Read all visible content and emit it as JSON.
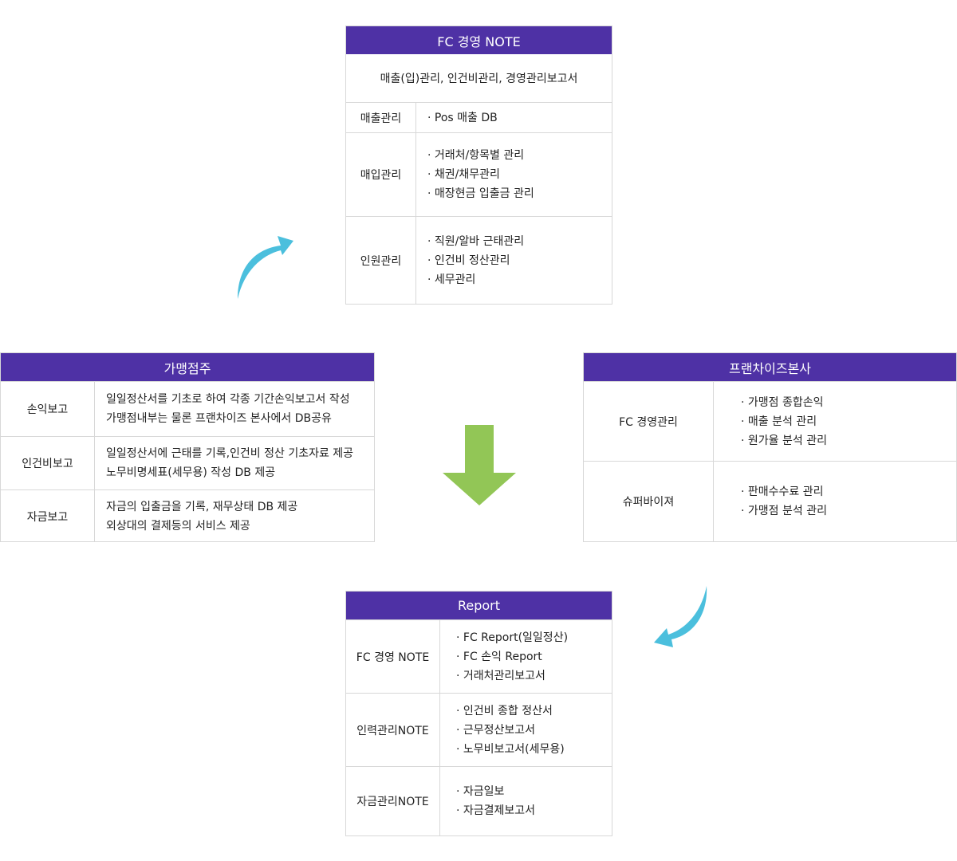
{
  "colors": {
    "header": "#4e31a5",
    "green_arrow": "#92c656",
    "blue_arrow": "#4bbfdd"
  },
  "note": {
    "title": "FC 경영 NOTE",
    "summary": "매출(입)관리, 인건비관리, 경영관리보고서",
    "rows": [
      {
        "label": "매출관리",
        "items": [
          "· Pos 매출 DB"
        ]
      },
      {
        "label": "매입관리",
        "items": [
          "· 거래처/항목별 관리",
          "· 채권/채무관리",
          "· 매장현금 입출금 관리"
        ]
      },
      {
        "label": "인원관리",
        "items": [
          "· 직원/알바 근태관리",
          "· 인건비 정산관리",
          "· 세무관리"
        ]
      }
    ]
  },
  "franchisee": {
    "title": "가맹점주",
    "rows": [
      {
        "label": "손익보고",
        "items": [
          "일일정산서를 기초로 하여 각종 기간손익보고서 작성",
          "가맹점내부는 물론 프랜차이즈 본사에서 DB공유"
        ]
      },
      {
        "label": "인건비보고",
        "items": [
          "일일정산서에 근태를 기록,인건비 정산 기초자료 제공",
          "노무비명세표(세무용) 작성 DB 제공"
        ]
      },
      {
        "label": "자금보고",
        "items": [
          "자금의 입출금을 기록, 재무상태 DB 제공",
          "외상대의 결제등의 서비스 제공"
        ]
      }
    ]
  },
  "hq": {
    "title": "프랜차이즈본사",
    "rows": [
      {
        "label": "FC 경영관리",
        "items": [
          "· 가맹점 종합손익",
          "· 매출 분석 관리",
          "· 원가율 분석 관리"
        ]
      },
      {
        "label": "슈퍼바이져",
        "items": [
          "· 판매수수료 관리",
          "· 가맹점 분석 관리"
        ]
      }
    ]
  },
  "report": {
    "title": "Report",
    "rows": [
      {
        "label": "FC 경영 NOTE",
        "items": [
          "· FC Report(일일정산)",
          "· FC 손익 Report",
          "· 거래처관리보고서"
        ]
      },
      {
        "label": "인력관리NOTE",
        "items": [
          "· 인건비 종합 정산서",
          "· 근무정산보고서",
          "· 노무비보고서(세무용)"
        ]
      },
      {
        "label": "자금관리NOTE",
        "items": [
          "· 자금일보",
          "· 자금결제보고서"
        ]
      }
    ]
  }
}
